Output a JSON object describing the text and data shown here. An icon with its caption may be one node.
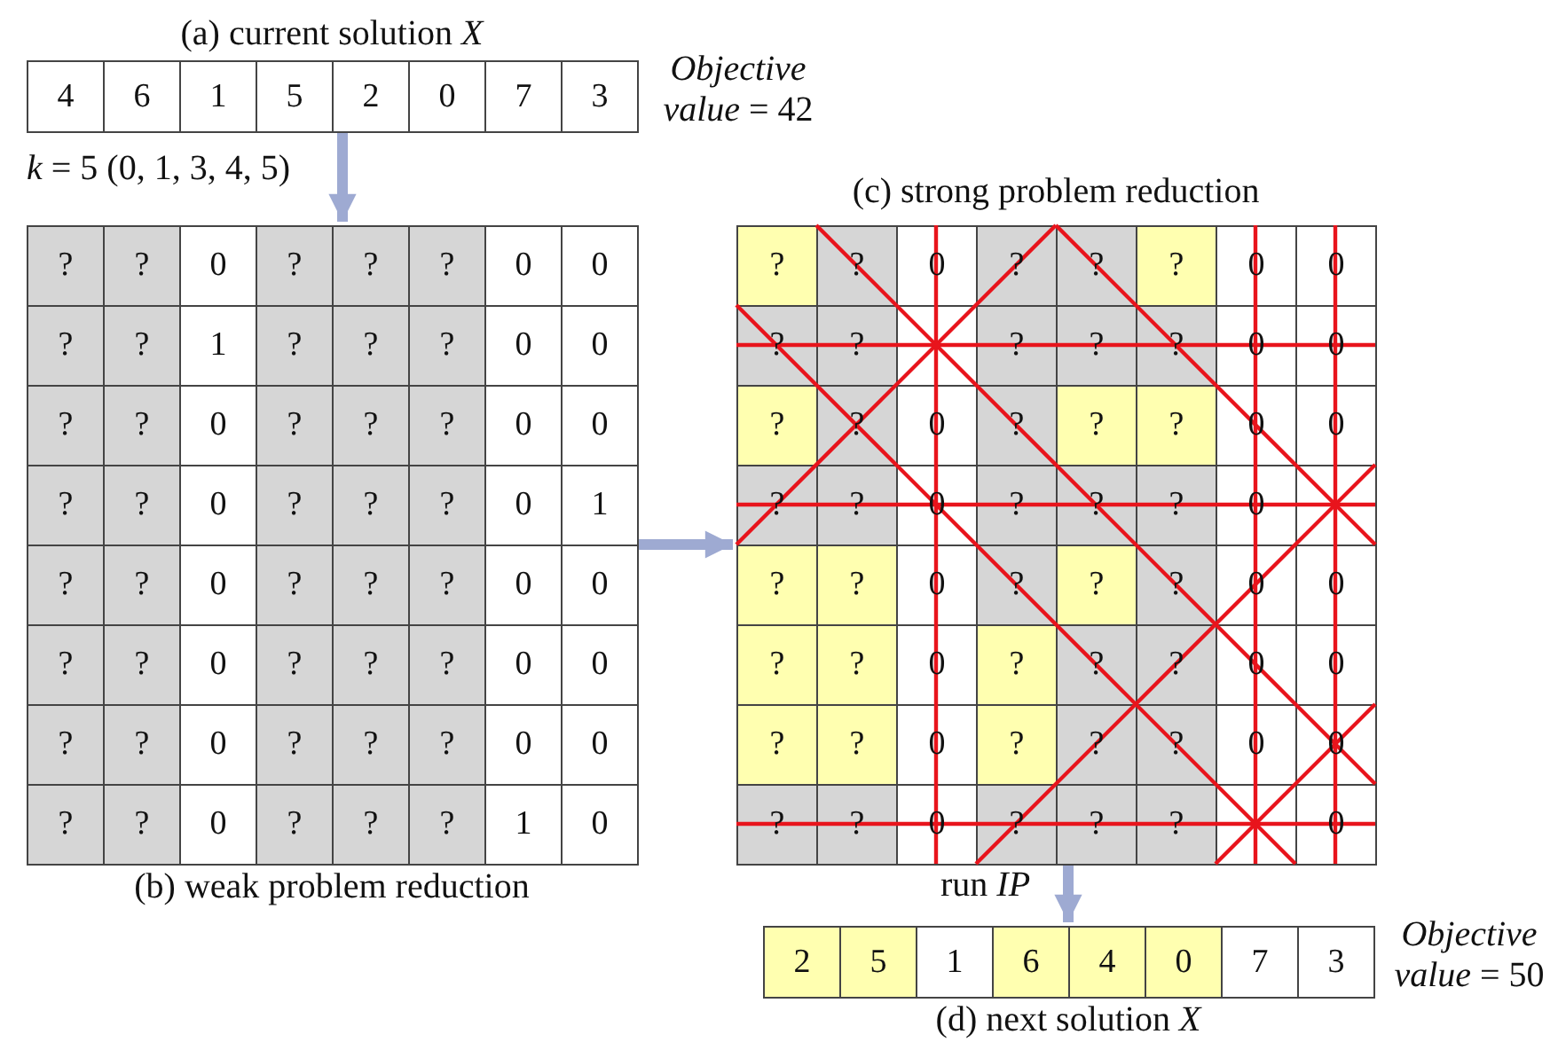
{
  "diagram": {
    "nodes": [
      {
        "text": [
          "(a) current solution *X*"
        ],
        "beside": [
          "*Objective value* = 42"
        ]
      },
      {
        "text": [
          "(b) weak problem reduction"
        ]
      },
      {
        "text": [
          "(c) strong problem reduction"
        ]
      },
      {
        "text": [
          "(d) next solution *X*"
        ],
        "beside": [
          "*Objective value* = 50"
        ]
      }
    ],
    "edges": [
      {
        "from": 0,
        "to": 1,
        "arrow": "to",
        "label": "*k* = 5 (0, 1, 3, 4, 5)"
      },
      {
        "from": 1,
        "to": 2,
        "arrow": "to"
      },
      {
        "from": 2,
        "to": 3,
        "arrow": "to",
        "label": "run *IP*"
      }
    ],
    "labels": [
      "4",
      "6",
      "1",
      "5",
      "2",
      "0",
      "7",
      "3",
      "?",
      "?",
      "0",
      "?",
      "?",
      "?",
      "0",
      "0",
      "?",
      "?",
      "1",
      "?",
      "?",
      "?",
      "0",
      "0",
      "?",
      "?",
      "0",
      "?",
      "?",
      "?",
      "0",
      "0",
      "?",
      "?",
      "0",
      "?",
      "?",
      "?",
      "0",
      "1",
      "?",
      "?",
      "0",
      "?",
      "?",
      "?",
      "0",
      "0",
      "?",
      "?",
      "0",
      "?",
      "?",
      "?",
      "0",
      "0",
      "?",
      "?",
      "0",
      "?",
      "?",
      "?",
      "0",
      "0",
      "?",
      "?",
      "0",
      "?",
      "?",
      "?",
      "1",
      "0",
      "?",
      "?",
      "0",
      "?",
      "?",
      "?",
      "0",
      "0",
      "?",
      "?",
      "?",
      "?",
      "?",
      "0",
      "0",
      "?",
      "?",
      "0",
      "?",
      "?",
      "?",
      "0",
      "0",
      "?",
      "?",
      "0",
      "?",
      "?",
      "?",
      "0",
      "?",
      "?",
      "0",
      "?",
      "?",
      "?",
      "0",
      "0",
      "?",
      "?",
      "0",
      "?",
      "?",
      "?",
      "0",
      "0",
      "?",
      "?",
      "0",
      "?",
      "?",
      "?",
      "0",
      "0",
      "?",
      "?",
      "0",
      "?",
      "?",
      "?",
      "0",
      "2",
      "5",
      "1",
      "6",
      "4",
      "0",
      "7",
      "3"
    ]
  }
}
